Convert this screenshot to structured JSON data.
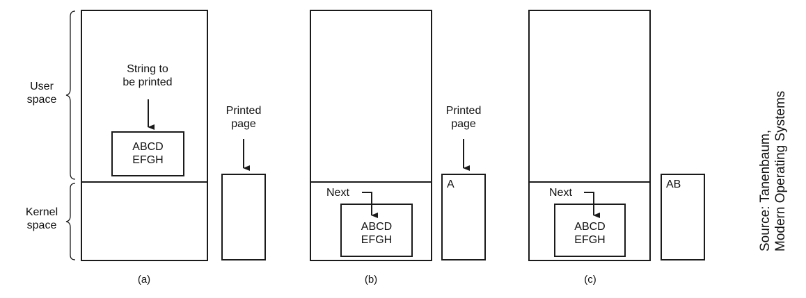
{
  "labels": {
    "user_space": [
      "User",
      "space"
    ],
    "kernel_space": [
      "Kernel",
      "space"
    ],
    "string_to_print": [
      "String to",
      "be printed"
    ],
    "printed_page": [
      "Printed",
      "page"
    ],
    "next": "Next"
  },
  "panels": [
    {
      "caption": "(a)",
      "buffer": [
        "ABCD",
        "EFGH"
      ],
      "page_content": ""
    },
    {
      "caption": "(b)",
      "buffer": [
        "ABCD",
        "EFGH"
      ],
      "page_content": "A"
    },
    {
      "caption": "(c)",
      "buffer": [
        "ABCD",
        "EFGH"
      ],
      "page_content": "AB"
    }
  ],
  "source": [
    "Source: Tanenbaum,",
    "Modern Operating Systems"
  ]
}
